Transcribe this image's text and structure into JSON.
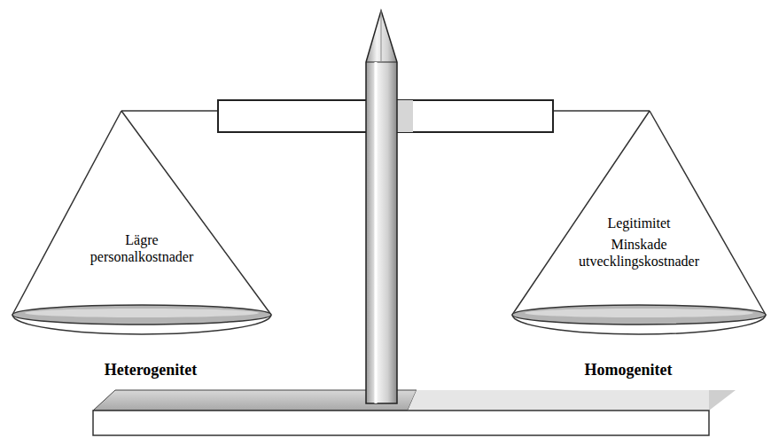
{
  "diagram": {
    "nodes": [
      {
        "text": [
          "Lägre personalkostnader",
          "Heterogenitet"
        ]
      },
      {
        "text": [
          "Legitimitet",
          "Minskade utvecklingskostnader",
          "Homogenitet"
        ]
      }
    ]
  }
}
